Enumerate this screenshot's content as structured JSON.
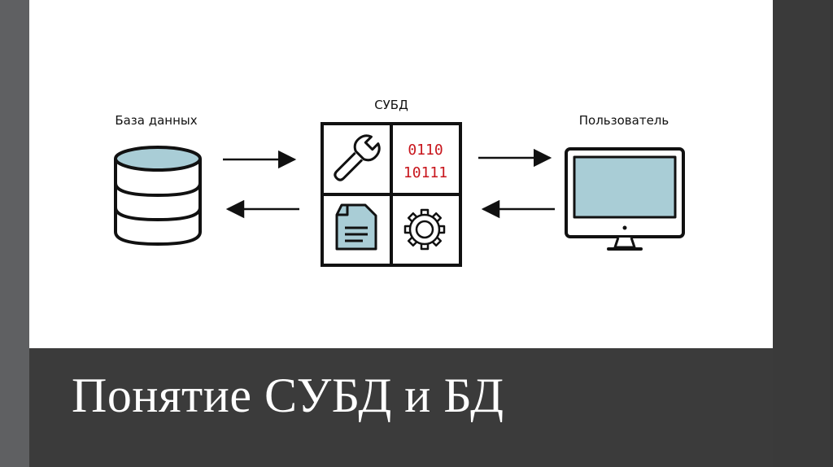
{
  "slide": {
    "title": "Понятие СУБД и БД"
  },
  "diagram": {
    "database": {
      "label": "База данных",
      "icon": "database-icon"
    },
    "dbms": {
      "label": "СУБД",
      "cells": [
        {
          "icon": "wrench-icon"
        },
        {
          "icon": "binary-code-icon",
          "lines": [
            "0110",
            "10111"
          ]
        },
        {
          "icon": "document-icon"
        },
        {
          "icon": "gear-icon"
        }
      ]
    },
    "user": {
      "label": "Пользователь",
      "icon": "monitor-icon"
    },
    "colors": {
      "fill_accent": "#a9cdd6",
      "code_red": "#c8161d",
      "stroke": "#111111",
      "title_band": "#3b3b3b"
    }
  }
}
